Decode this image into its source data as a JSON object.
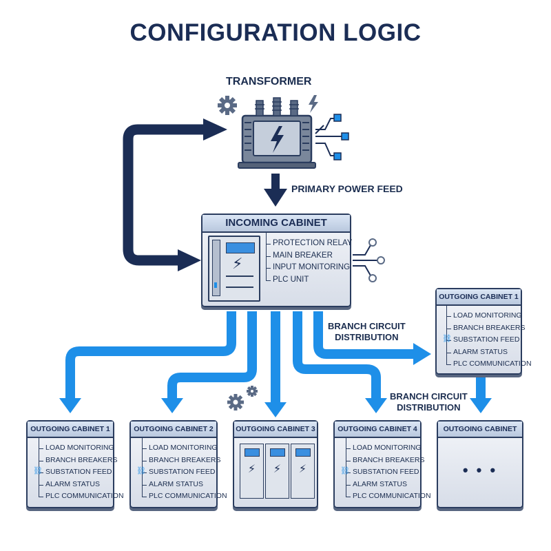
{
  "title": "CONFIGURATION LOGIC",
  "transformer": {
    "label": "TRANSFORMER"
  },
  "primary_feed": {
    "label": "PRIMARY POWER FEED"
  },
  "incoming_cabinet": {
    "title": "INCOMING CABINET",
    "items": [
      "PROTECTION RELAY",
      "MAIN BREAKER",
      "INPUT MONITORING",
      "PLC UNIT"
    ]
  },
  "branch_labels": {
    "top": [
      "BRANCH CIRCUIT",
      "DISTRIBUTION"
    ],
    "bottom": [
      "BRANCH CIRCUIT",
      "DISTRIBUTION"
    ]
  },
  "outgoing_cabinet_top": {
    "title": "OUTGOING CABINET 1",
    "items": [
      "LOAD MONITORING",
      "BRANCH BREAKERS",
      "SUBSTATION FEED",
      "ALARM STATUS",
      "PLC COMMUNICATION"
    ]
  },
  "outgoing_cabinets": [
    {
      "title": "OUTGOING CABINET 1",
      "items": [
        "LOAD MONITORING",
        "BRANCH BREAKERS",
        "SUBSTATION FEED",
        "ALARM STATUS",
        "PLC COMMUNICATION"
      ]
    },
    {
      "title": "OUTGOING CABINET 2",
      "items": [
        "LOAD MONITORING",
        "BRANCH BREAKERS",
        "SUBSTATION FEED",
        "ALARM STATUS",
        "PLC COMMUNICATION"
      ]
    },
    {
      "title": "OUTGOING CABINET 3"
    },
    {
      "title": "OUTGOING CABINET 4",
      "items": [
        "LOAD MONITORING",
        "BRANCH BREAKERS",
        "SUBSTATION FEED",
        "ALARM STATUS",
        "PLC COMMUNICATION"
      ]
    },
    {
      "title": "OUTGOING CABINET",
      "ellipsis": "• • •"
    }
  ],
  "colors": {
    "navy": "#1b2d55",
    "blue": "#1e8fe8",
    "steel": "#5a6a85"
  },
  "icons": [
    "gear-icon",
    "lightning-icon",
    "network-icon",
    "link-icon"
  ]
}
